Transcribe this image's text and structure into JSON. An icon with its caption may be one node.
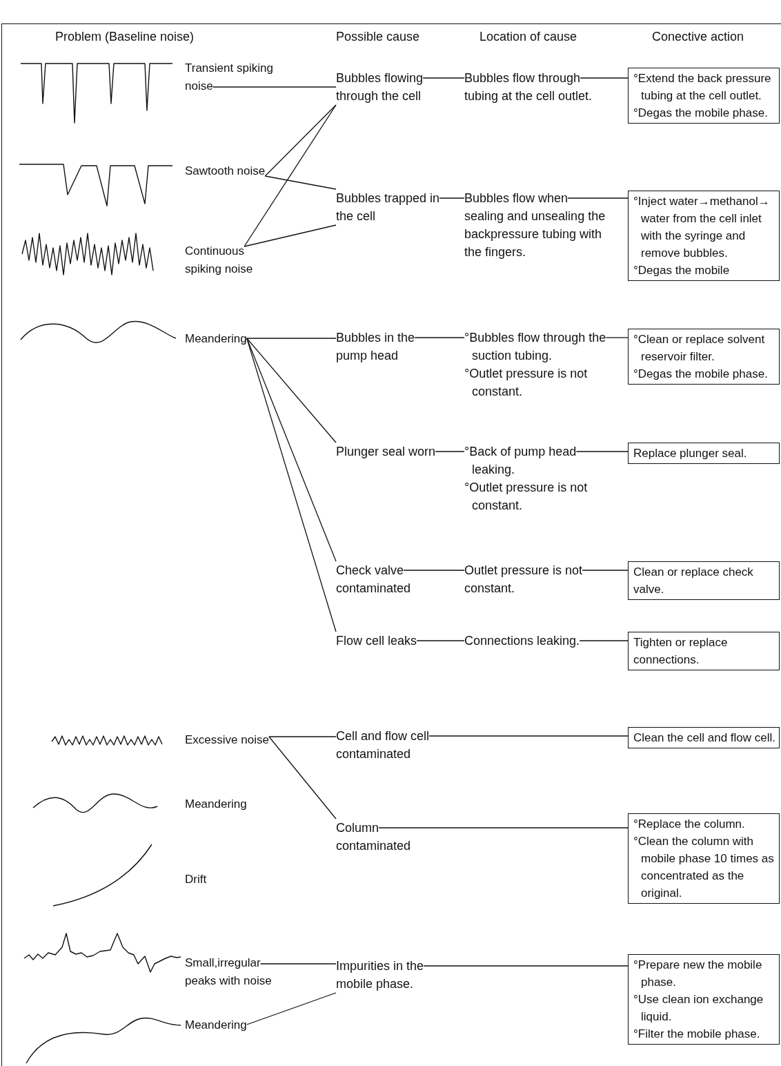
{
  "diagram": {
    "nodes": [
      {
        "text": [
          "Transient spiking noise"
        ]
      },
      {
        "text": [
          "Sawtooth noise"
        ]
      },
      {
        "text": [
          "Continuous spiking noise"
        ]
      },
      {
        "text": [
          "Meandering"
        ]
      },
      {
        "text": [
          "Excessive noise"
        ]
      },
      {
        "text": [
          "Meandering"
        ]
      },
      {
        "text": [
          "Drift"
        ]
      },
      {
        "text": [
          "Small,irregular peaks with noise"
        ]
      },
      {
        "text": [
          "Meandering"
        ]
      },
      {
        "text": [
          "Bubbles flowing through the cell"
        ]
      },
      {
        "text": [
          "Bubbles trapped in the cell"
        ]
      },
      {
        "text": [
          "Bubbles in the pump head"
        ]
      },
      {
        "text": [
          "Plunger seal worn"
        ]
      },
      {
        "text": [
          "Check valve contaminated"
        ]
      },
      {
        "text": [
          "Flow cell leaks"
        ]
      },
      {
        "text": [
          "Cell and flow cell contaminated"
        ]
      },
      {
        "text": [
          "Column contaminated"
        ]
      },
      {
        "text": [
          "Impurities in the mobile phase."
        ]
      },
      {
        "text": [
          "Bubbles flow through tubing at the cell outlet."
        ]
      },
      {
        "text": [
          "Bubbles flow when sealing and unsealing the backpressure tubing with the fingers."
        ]
      },
      {
        "text": [
          "°Bubbles flow through the suction tubing.",
          "°Outlet pressure is not constant."
        ]
      },
      {
        "text": [
          "°Back of pump head leaking.",
          "°Outlet pressure is not constant."
        ]
      },
      {
        "text": [
          "Outlet pressure is not constant."
        ]
      },
      {
        "text": [
          "Connections leaking."
        ]
      },
      {
        "text": [
          "°Extend the back pressure tubing at the cell outlet.",
          "°Degas the mobile phase."
        ]
      },
      {
        "text": [
          "°Inject water→methanol→ water from the cell inlet with the syringe and remove bubbles.",
          "°Degas the mobile"
        ]
      },
      {
        "text": [
          "°Clean or replace solvent reservoir filter.",
          "°Degas the mobile phase."
        ]
      },
      {
        "text": [
          "Replace plunger seal."
        ]
      },
      {
        "text": [
          "Clean or replace check valve."
        ]
      },
      {
        "text": [
          "Tighten or replace connections."
        ]
      },
      {
        "text": [
          "Clean the cell and flow cell."
        ]
      },
      {
        "text": [
          "°Replace the column.",
          "°Clean the column with mobile phase 10 times as concentrated as the original."
        ]
      },
      {
        "text": [
          "°Prepare new the mobile phase.",
          "°Use clean ion exchange liquid.",
          "°Filter the mobile phase."
        ]
      }
    ],
    "edges": [
      {
        "from": 0,
        "to": 9,
        "arrow": "none"
      },
      {
        "from": 1,
        "to": 9,
        "arrow": "none"
      },
      {
        "from": 1,
        "to": 10,
        "arrow": "none"
      },
      {
        "from": 2,
        "to": 9,
        "arrow": "none"
      },
      {
        "from": 2,
        "to": 10,
        "arrow": "none"
      },
      {
        "from": 3,
        "to": 11,
        "arrow": "none"
      },
      {
        "from": 3,
        "to": 12,
        "arrow": "none"
      },
      {
        "from": 3,
        "to": 13,
        "arrow": "none"
      },
      {
        "from": 3,
        "to": 14,
        "arrow": "none"
      },
      {
        "from": 4,
        "to": 15,
        "arrow": "none"
      },
      {
        "from": 4,
        "to": 16,
        "arrow": "none"
      },
      {
        "from": 7,
        "to": 17,
        "arrow": "none"
      },
      {
        "from": 8,
        "to": 17,
        "arrow": "none"
      },
      {
        "from": 9,
        "to": 18,
        "arrow": "none"
      },
      {
        "from": 10,
        "to": 19,
        "arrow": "none"
      },
      {
        "from": 11,
        "to": 20,
        "arrow": "none"
      },
      {
        "from": 12,
        "to": 21,
        "arrow": "none"
      },
      {
        "from": 13,
        "to": 22,
        "arrow": "none"
      },
      {
        "from": 14,
        "to": 23,
        "arrow": "none"
      },
      {
        "from": 18,
        "to": 24,
        "arrow": "none"
      },
      {
        "from": 19,
        "to": 25,
        "arrow": "none"
      },
      {
        "from": 20,
        "to": 26,
        "arrow": "none"
      },
      {
        "from": 21,
        "to": 27,
        "arrow": "none"
      },
      {
        "from": 22,
        "to": 28,
        "arrow": "none"
      },
      {
        "from": 23,
        "to": 29,
        "arrow": "none"
      },
      {
        "from": 15,
        "to": 30,
        "arrow": "none"
      },
      {
        "from": 16,
        "to": 31,
        "arrow": "none"
      },
      {
        "from": 17,
        "to": 32,
        "arrow": "none"
      }
    ],
    "labels": [
      "Problem (Baseline noise)",
      "Possible cause",
      "Location of cause",
      "Conective action"
    ]
  }
}
